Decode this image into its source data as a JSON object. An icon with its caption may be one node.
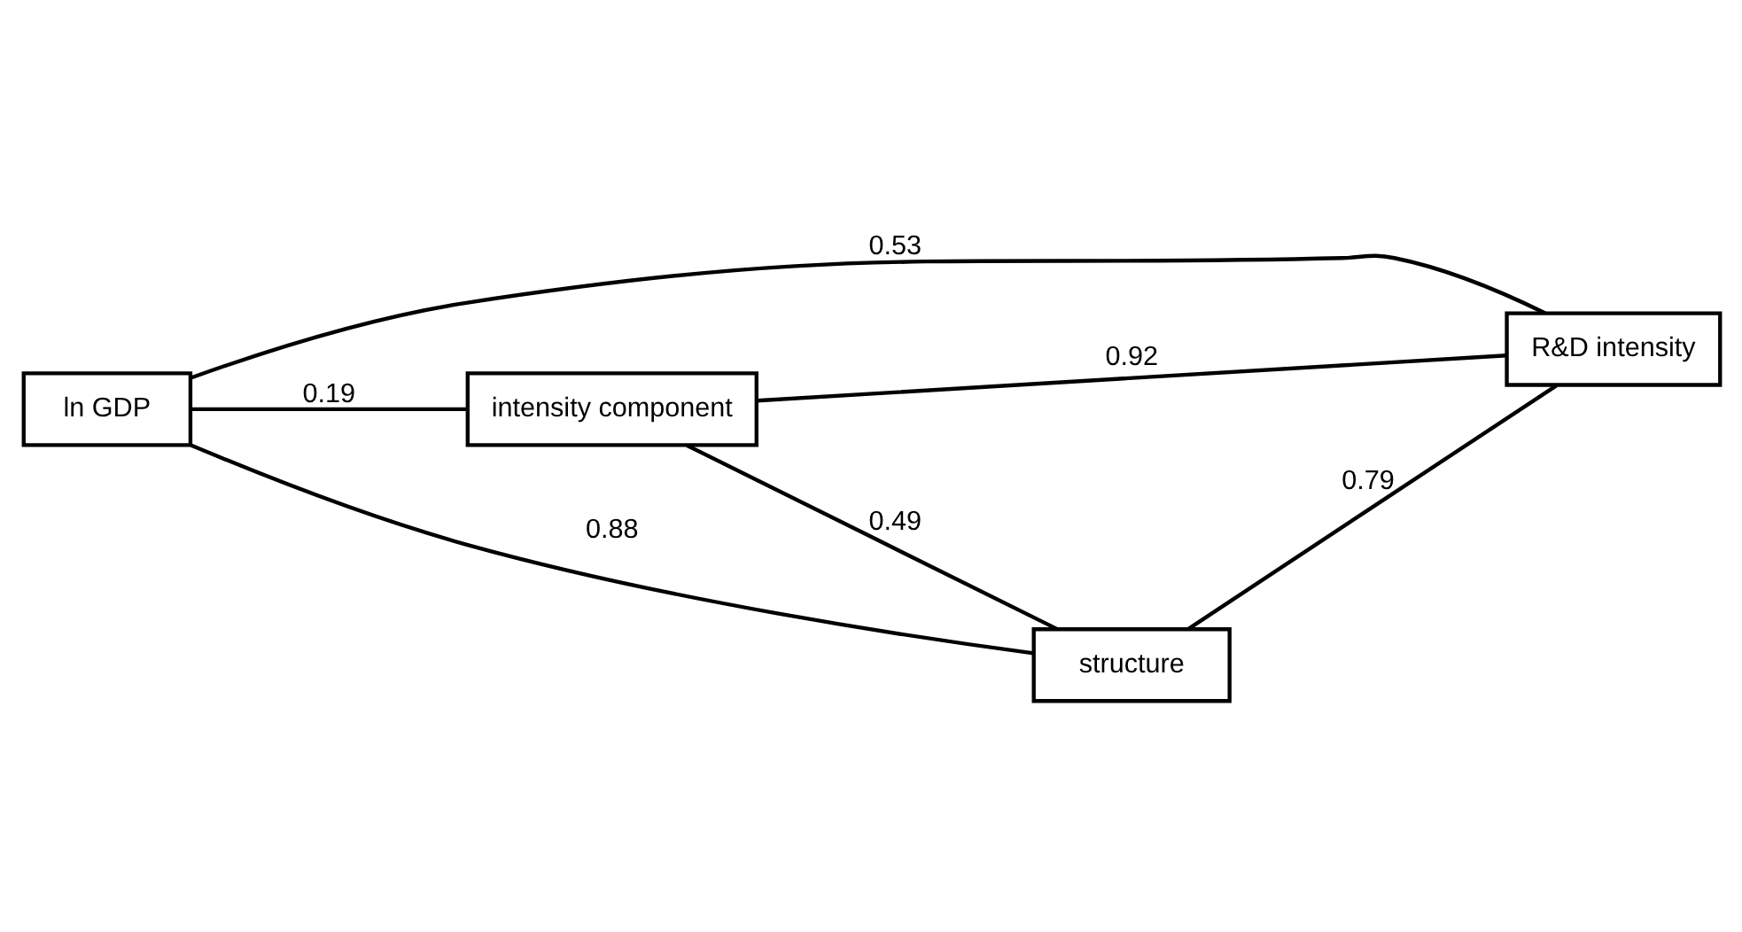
{
  "diagram": {
    "nodes": [
      {
        "text": [
          "intensity component"
        ]
      },
      {
        "text": [
          "ln GDP"
        ]
      },
      {
        "text": [
          "R&D intensity"
        ]
      },
      {
        "text": [
          "structure"
        ]
      }
    ],
    "edges": [
      {
        "from": 1,
        "to": 0,
        "arrow": "none",
        "label": "0.19"
      },
      {
        "from": 0,
        "to": 2,
        "arrow": "none",
        "label": "0.92"
      },
      {
        "from": 1,
        "to": 2,
        "arrow": "none",
        "label": "0.53"
      },
      {
        "from": 0,
        "to": 3,
        "arrow": "none",
        "label": "0.49"
      },
      {
        "from": 1,
        "to": 3,
        "arrow": "none",
        "label": "0.88"
      },
      {
        "from": 3,
        "to": 2,
        "arrow": "none",
        "label": "0.79"
      }
    ]
  }
}
